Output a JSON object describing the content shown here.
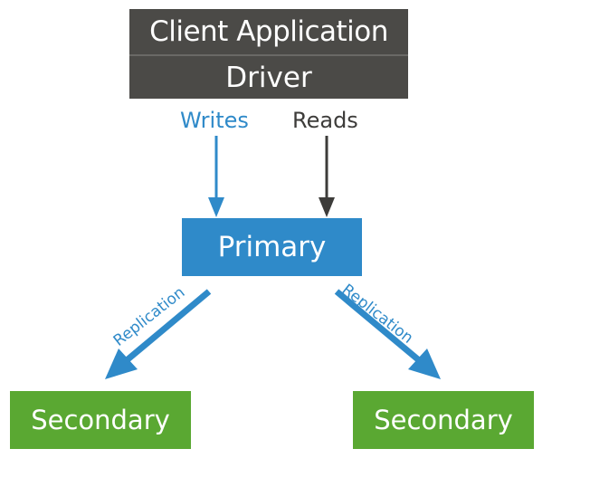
{
  "nodes": {
    "client_application": "Client Application",
    "driver": "Driver",
    "primary": "Primary",
    "secondary_left": "Secondary",
    "secondary_right": "Secondary"
  },
  "edges": {
    "writes": "Writes",
    "reads": "Reads",
    "replication_left": "Replication",
    "replication_right": "Replication"
  },
  "colors": {
    "client_driver": "#4b4a47",
    "primary": "#2f8ac9",
    "secondary": "#5aa832",
    "writes_arrow": "#2f8ac9",
    "reads_arrow": "#3d3c3a",
    "replication_arrow": "#2f8ac9"
  }
}
